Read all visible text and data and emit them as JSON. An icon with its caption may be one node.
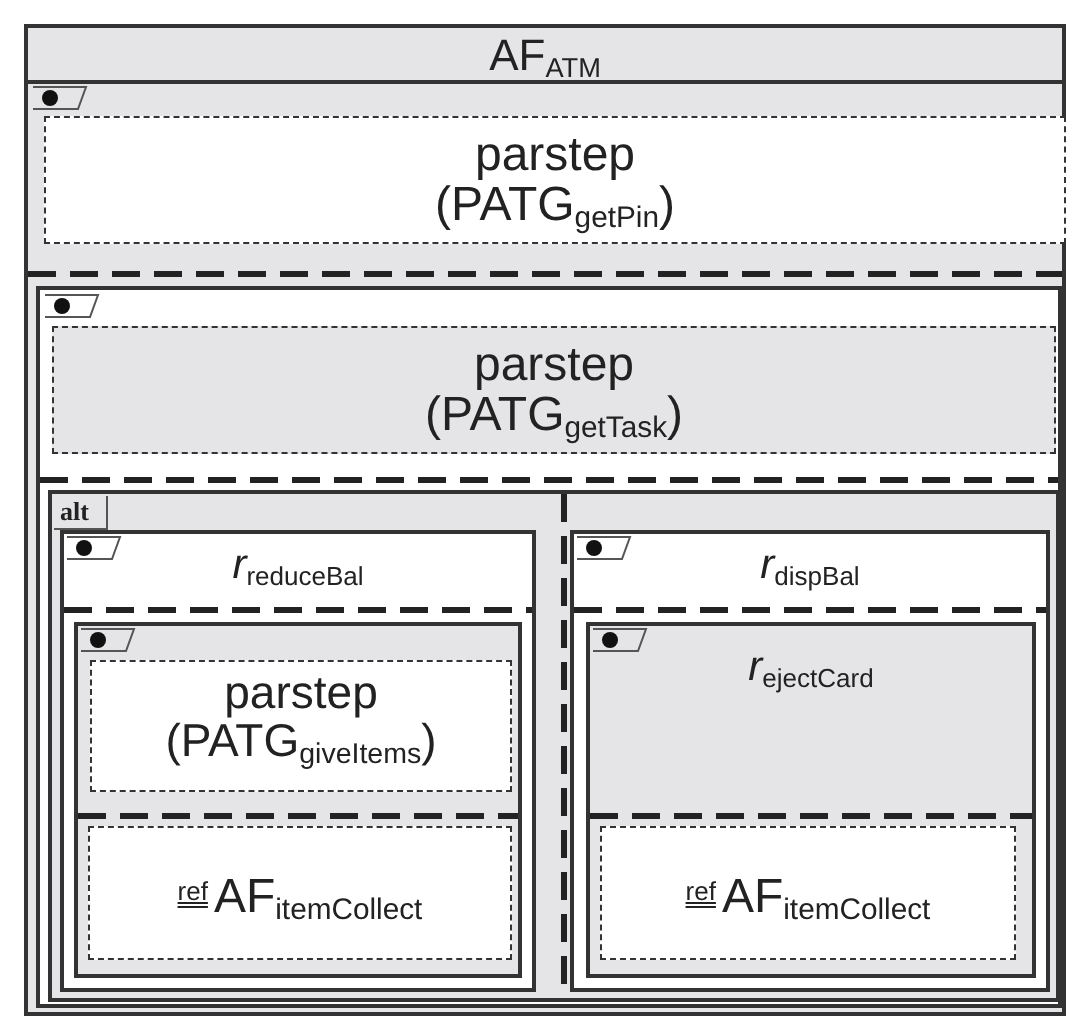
{
  "diagram": {
    "nodes": [
      {
        "text": [
          "AF$_{ATM}$"
        ]
      },
      {
        "text": [
          "parstep (PATG$_{getPin}$)"
        ],
        "in": 0
      },
      {
        "text": [],
        "shape": "box",
        "in": 0
      },
      {
        "text": [
          "parstep (PATG$_{getTask}$)"
        ],
        "in": 2
      },
      {
        "text": [
          "alt"
        ],
        "in": 2
      },
      {
        "text": [
          "*r*$_{reduceBal}$"
        ],
        "in": 4
      },
      {
        "text": [],
        "shape": "box",
        "in": 5
      },
      {
        "text": [
          "parstep (PATG$_{giveItems}$)"
        ],
        "in": 6
      },
      {
        "text": [
          "ref",
          "AF$_{itemCollect}$"
        ],
        "in": 6
      },
      {
        "text": [
          "*r*$_{dispBal}$"
        ],
        "in": 4
      },
      {
        "text": [
          "*r*$_{ejectCard}$"
        ],
        "in": 9
      },
      {
        "text": [
          "ref",
          "AF$_{itemCollect}$"
        ],
        "in": 10
      }
    ]
  }
}
